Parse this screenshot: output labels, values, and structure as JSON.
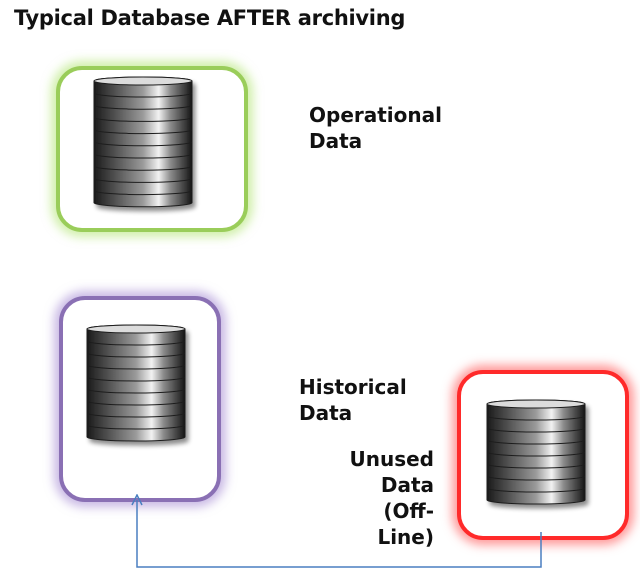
{
  "title": "Typical Database AFTER archiving",
  "operational": {
    "line1": "Operational",
    "line2": "Data"
  },
  "historical": {
    "line1": "Historical",
    "line2": "Data"
  },
  "unused": {
    "line1": "Unused",
    "line2": "Data",
    "line3": "(Off-Line)"
  },
  "colors": {
    "operational_frame": "#9acd5a",
    "historical_frame": "#8a70b4",
    "unused_frame": "#ff2a2a",
    "arrow": "#4a7fc0"
  },
  "icons": {
    "operational": "database-stack-icon",
    "historical": "database-stack-icon",
    "unused": "database-stack-icon"
  }
}
